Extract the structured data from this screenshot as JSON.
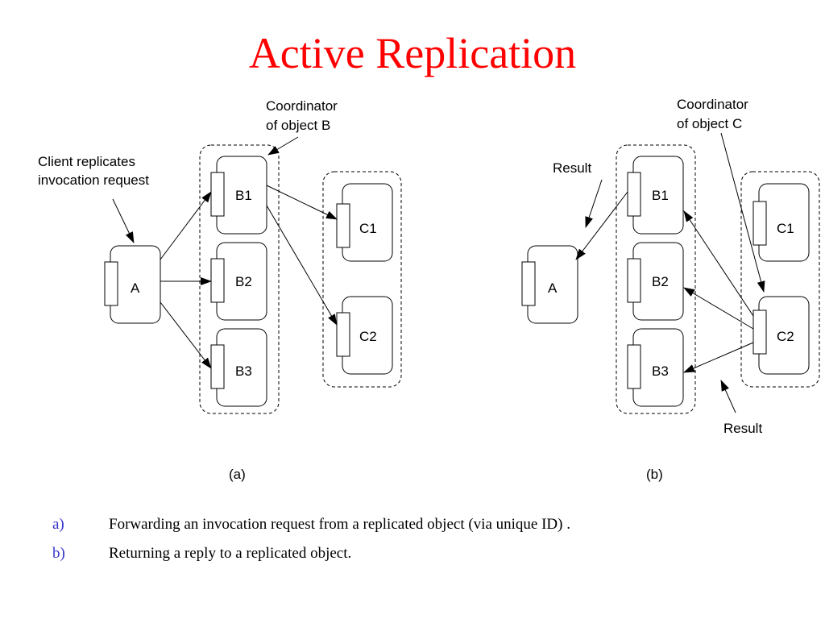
{
  "slide": {
    "title": "Active Replication"
  },
  "diagram_a": {
    "caption": "(a)",
    "client_label": "A",
    "replica_labels": [
      "B1",
      "B2",
      "B3"
    ],
    "target_labels": [
      "C1",
      "C2"
    ],
    "annotations": {
      "client_note_line1": "Client replicates",
      "client_note_line2": "invocation request",
      "coordinator_line1": "Coordinator",
      "coordinator_line2": "of object B"
    }
  },
  "diagram_b": {
    "caption": "(b)",
    "client_label": "A",
    "replica_labels": [
      "B1",
      "B2",
      "B3"
    ],
    "target_labels": [
      "C1",
      "C2"
    ],
    "annotations": {
      "result_top": "Result",
      "result_bottom": "Result",
      "coordinator_line1": "Coordinator",
      "coordinator_line2": "of object C"
    }
  },
  "bullets": [
    {
      "marker": "a)",
      "text": "Forwarding an invocation request from a replicated object (via unique ID) ."
    },
    {
      "marker": "b)",
      "text": "Returning a reply to a replicated object."
    }
  ]
}
